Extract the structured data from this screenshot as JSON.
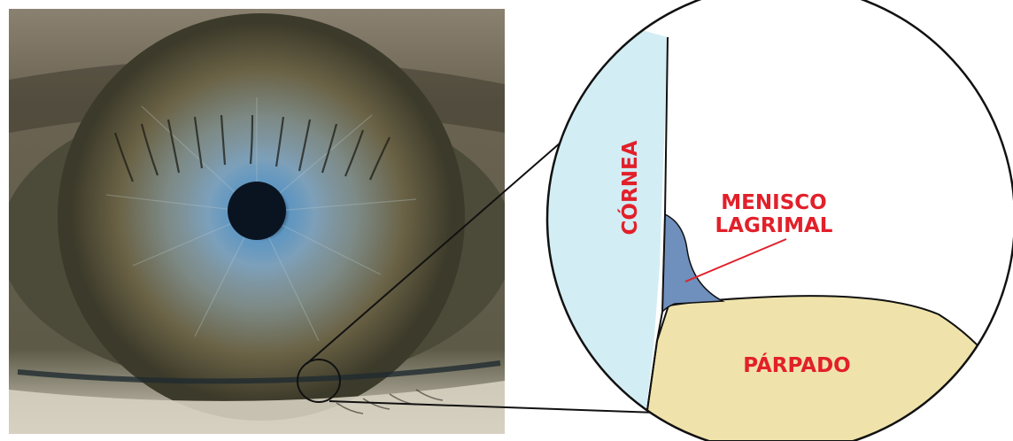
{
  "labels": {
    "cornea": "CÓRNEA",
    "meniscus_line1": "MENISCO",
    "meniscus_line2": "LAGRIMAL",
    "eyelid": "PÁRPADO"
  },
  "colors": {
    "label_red": "#e2202a",
    "cornea_fill": "#d3edf4",
    "meniscus_fill": "#6f8fbd",
    "eyelid_fill": "#efe3ab",
    "outline": "#111111"
  }
}
